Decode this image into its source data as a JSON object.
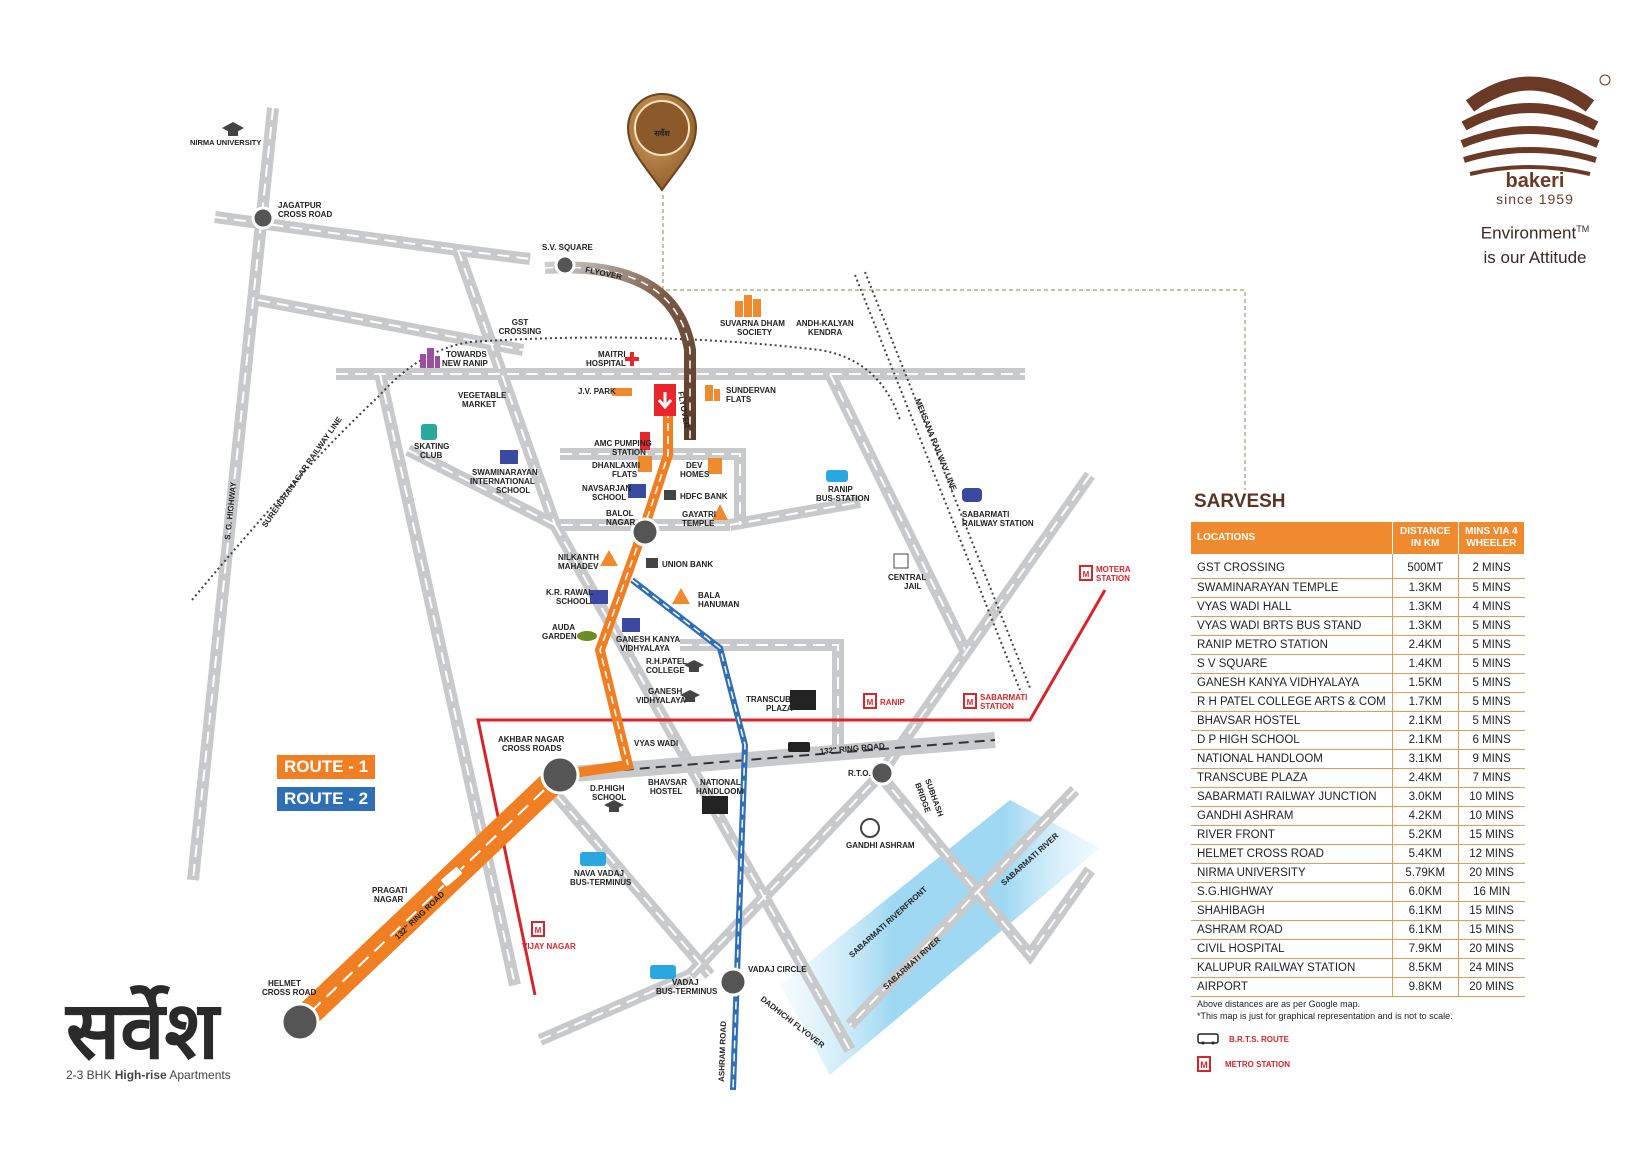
{
  "brand": {
    "name": "bakeri",
    "since": "since 1959",
    "tagline_line1": "Environment",
    "tagline_tm": "TM",
    "tagline_line2": "is our Attitude"
  },
  "project": {
    "name": "सर्वेश",
    "subtitle_prefix": "2-3 BHK ",
    "subtitle_bold": "High-rise",
    "subtitle_suffix": " Apartments",
    "pin_label": "सर्वेश"
  },
  "routes": {
    "route1": {
      "label": "ROUTE - 1",
      "color": "#f07f23"
    },
    "route2": {
      "label": "ROUTE - 2",
      "color": "#2f6fb6"
    }
  },
  "colors": {
    "road": "#c8c9cb",
    "metro_line": "#d6262b",
    "river": "#9fd8f2",
    "table_header": "#f08a2e",
    "brand_brown": "#6b3a26"
  },
  "places": {
    "nirma": "NIRMA UNIVERSITY",
    "jagatpur1": "JAGATPUR",
    "jagatpur2": "CROSS ROAD",
    "svsquare": "S.V. SQUARE",
    "flyover1": "FLYOVER",
    "gst1": "GST",
    "gst2": "CROSSING",
    "ranip1": "TOWARDS",
    "ranip2": "NEW RANIP",
    "maitri1": "MAITRI",
    "maitri2": "HOSPITAL",
    "suvarna1": "SUVARNA DHAM",
    "suvarna2": "SOCIETY",
    "andhi1": "ANDH-KALYAN",
    "andhi2": "KENDRA",
    "veg1": "VEGETABLE",
    "veg2": "MARKET",
    "jvpark": "J.V. PARK",
    "sunder1": "SUNDERVAN",
    "sunder2": "FLATS",
    "flyover2": "FLYOVER",
    "skating1": "SKATING",
    "skating2": "CLUB",
    "amc1": "AMC PUMPING",
    "amc2": "STATION",
    "dhan1": "DHANLAXMI",
    "dhan2": "FLATS",
    "dev1": "DEV",
    "dev2": "HOMES",
    "swami1": "SWAMINARAYAN",
    "swami2": "INTERNATIONAL",
    "swami3": "SCHOOL",
    "navs1": "NAVSARJAN",
    "navs2": "SCHOOL",
    "hdfc": "HDFC BANK",
    "ranipbus1": "RANIP",
    "ranipbus2": "BUS-STATION",
    "balol1": "BALOL",
    "balol2": "NAGAR",
    "gayatri1": "GAYATRI",
    "gayatri2": "TEMPLE",
    "sabrail1": "SABARMATI",
    "sabrail2": "RAILWAY STATION",
    "nilk1": "NILKANTH",
    "nilk2": "MAHADEV",
    "union": "UNION BANK",
    "jail1": "CENTRAL",
    "jail2": "JAIL",
    "motera1": "MOTERA",
    "motera2": "STATION",
    "krrawal1": "K.R. RAWAL",
    "krrawal2": "SCHOOL",
    "bala1": "BALA",
    "bala2": "HANUMAN",
    "auda1": "AUDA",
    "auda2": "GARDEN",
    "ganeshk1": "GANESH KANYA",
    "ganeshk2": "VIDHYALAYA",
    "rhpatel1": "R.H.PATEL",
    "rhpatel2": "COLLEGE",
    "ganeshv1": "GANESH",
    "ganeshv2": "VIDHYALAYA",
    "transcube1": "TRANSCUBE",
    "transcube2": "PLAZA",
    "ranipmetro": "RANIP",
    "sabmetro1": "SABARMATI",
    "sabmetro2": "STATION",
    "akbar1": "AKHBAR NAGAR",
    "akbar2": "CROSS ROADS",
    "vyas": "VYAS WADI",
    "ringroad1": "132\" RING ROAD",
    "rto": "R.T.O.",
    "subhash1": "SUBHASH",
    "subhash2": "BRIDGE",
    "dphigh1": "D.P.HIGH",
    "dphigh2": "SCHOOL",
    "bhavsar1": "BHAVSAR",
    "bhavsar2": "HOSTEL",
    "natl1": "NATIONAL",
    "natl2": "HANDLOOM",
    "gandhi": "GANDHI ASHRAM",
    "pragati1": "PRAGATI",
    "pragati2": "NAGAR",
    "ringroad2": "132\" RING ROAD",
    "navavadaj1": "NAVA VADAJ",
    "navavadaj2": "BUS-TERMINUS",
    "vijay": "VIJAY NAGAR",
    "helmet1": "HELMET",
    "helmet2": "CROSS ROAD",
    "vadajbus1": "VADAJ",
    "vadajbus2": "BUS-TERMINUS",
    "vadajcircle": "VADAJ CIRCLE",
    "ashram": "ASHRAM ROAD",
    "dadhichi": "DADHICHI FLYOVER",
    "riverfront": "SABARMATI RIVERFRONT",
    "river1": "SABARMATI RIVER",
    "river2": "SABARMATI RIVER",
    "sghighway": "S. G. HIGHWAY",
    "surendranagar": "SURENDRANAGAR RAILWAY LINE",
    "mehsana": "MEHSANA RAILWAY LINE"
  },
  "distance_table": {
    "title": "SARVESH",
    "headers": [
      "LOCATIONS",
      "DISTANCE IN KM",
      "MINS VIA 4 WHEELER"
    ],
    "rows": [
      [
        "GST CROSSING",
        "500MT",
        "2 MINS"
      ],
      [
        "SWAMINARAYAN TEMPLE",
        "1.3KM",
        "5 MINS"
      ],
      [
        "VYAS WADI HALL",
        "1.3KM",
        "4 MINS"
      ],
      [
        "VYAS WADI BRTS BUS STAND",
        "1.3KM",
        "5 MINS"
      ],
      [
        "RANIP METRO STATION",
        "2.4KM",
        "5 MINS"
      ],
      [
        "S V SQUARE",
        "1.4KM",
        "5 MINS"
      ],
      [
        "GANESH KANYA VIDHYALAYA",
        "1.5KM",
        "5 MINS"
      ],
      [
        "R H PATEL COLLEGE ARTS & COM",
        "1.7KM",
        "5 MINS"
      ],
      [
        "BHAVSAR HOSTEL",
        "2.1KM",
        "5 MINS"
      ],
      [
        "D P HIGH SCHOOL",
        "2.1KM",
        "6 MINS"
      ],
      [
        "NATIONAL HANDLOOM",
        "3.1KM",
        "9 MINS"
      ],
      [
        "TRANSCUBE PLAZA",
        "2.4KM",
        "7 MINS"
      ],
      [
        "SABARMATI RAILWAY JUNCTION",
        "3.0KM",
        "10 MINS"
      ],
      [
        "GANDHI ASHRAM",
        "4.2KM",
        "10 MINS"
      ],
      [
        "RIVER FRONT",
        "5.2KM",
        "15 MINS"
      ],
      [
        "HELMET CROSS ROAD",
        "5.4KM",
        "12 MINS"
      ],
      [
        "NIRMA UNIVERSITY",
        "5.79KM",
        "20 MINS"
      ],
      [
        "S.G.HIGHWAY",
        "6.0KM",
        "16 MIN"
      ],
      [
        "SHAHIBAGH",
        "6.1KM",
        "15 MINS"
      ],
      [
        "ASHRAM ROAD",
        "6.1KM",
        "15 MINS"
      ],
      [
        "CIVIL HOSPITAL",
        "7.9KM",
        "20 MINS"
      ],
      [
        "KALUPUR RAILWAY STATION",
        "8.5KM",
        "24 MINS"
      ],
      [
        "AIRPORT",
        "9.8KM",
        "20 MINS"
      ]
    ],
    "note1": "Above distances are as per Google map.",
    "note2": "*This map is just for graphical representation and is not to scale."
  },
  "legend": {
    "brts": "B.R.T.S. ROUTE",
    "metro": "METRO STATION",
    "metro_glyph": "M"
  }
}
